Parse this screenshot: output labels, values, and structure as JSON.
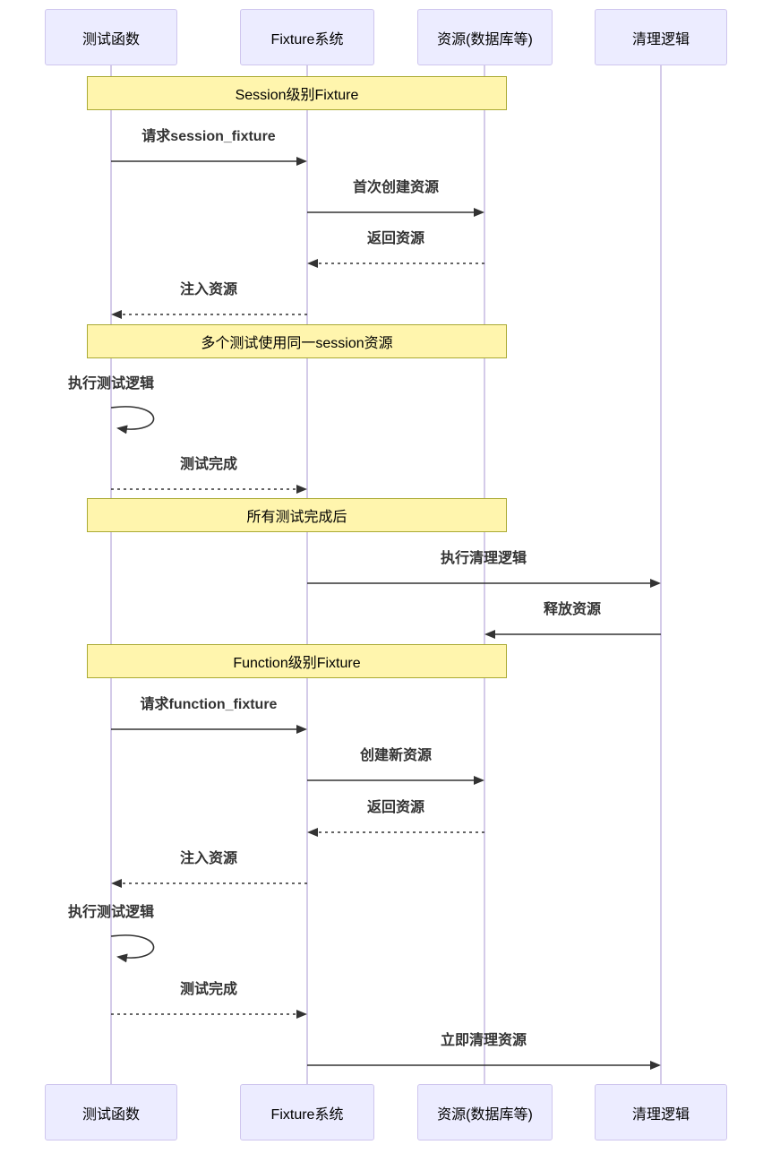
{
  "colors": {
    "background": "#ffffff",
    "actor_fill": "#ECECFF",
    "actor_border": "#cfc6ee",
    "lifeline": "#d4cbe9",
    "note_fill": "#FFF5AD",
    "note_border": "#AAAA33",
    "arrow": "#333333",
    "message_text": "#333333"
  },
  "participants": [
    {
      "id": "test-function",
      "label": "测试函数"
    },
    {
      "id": "fixture-system",
      "label": "Fixture系统"
    },
    {
      "id": "resource",
      "label": "资源(数据库等)"
    },
    {
      "id": "cleanup",
      "label": "清理逻辑"
    }
  ],
  "notes": [
    {
      "label": "Session级别Fixture"
    },
    {
      "label": "多个测试使用同一session资源"
    },
    {
      "label": "所有测试完成后"
    },
    {
      "label": "Function级别Fixture"
    }
  ],
  "messages": [
    {
      "label": "请求session_fixture",
      "from": "测试函数",
      "to": "Fixture系统",
      "style": "solid"
    },
    {
      "label": "首次创建资源",
      "from": "Fixture系统",
      "to": "资源(数据库等)",
      "style": "solid"
    },
    {
      "label": "返回资源",
      "from": "资源(数据库等)",
      "to": "Fixture系统",
      "style": "dashed"
    },
    {
      "label": "注入资源",
      "from": "Fixture系统",
      "to": "测试函数",
      "style": "dashed"
    },
    {
      "label": "执行测试逻辑",
      "from": "测试函数",
      "to": "测试函数",
      "style": "self"
    },
    {
      "label": "测试完成",
      "from": "测试函数",
      "to": "Fixture系统",
      "style": "dashed"
    },
    {
      "label": "执行清理逻辑",
      "from": "Fixture系统",
      "to": "清理逻辑",
      "style": "solid"
    },
    {
      "label": "释放资源",
      "from": "清理逻辑",
      "to": "资源(数据库等)",
      "style": "solid"
    },
    {
      "label": "请求function_fixture",
      "from": "测试函数",
      "to": "Fixture系统",
      "style": "solid"
    },
    {
      "label": "创建新资源",
      "from": "Fixture系统",
      "to": "资源(数据库等)",
      "style": "solid"
    },
    {
      "label": "返回资源",
      "from": "资源(数据库等)",
      "to": "Fixture系统",
      "style": "dashed"
    },
    {
      "label": "注入资源",
      "from": "Fixture系统",
      "to": "测试函数",
      "style": "dashed"
    },
    {
      "label": "执行测试逻辑",
      "from": "测试函数",
      "to": "测试函数",
      "style": "self"
    },
    {
      "label": "测试完成",
      "from": "测试函数",
      "to": "Fixture系统",
      "style": "dashed"
    },
    {
      "label": "立即清理资源",
      "from": "Fixture系统",
      "to": "清理逻辑",
      "style": "solid"
    }
  ]
}
